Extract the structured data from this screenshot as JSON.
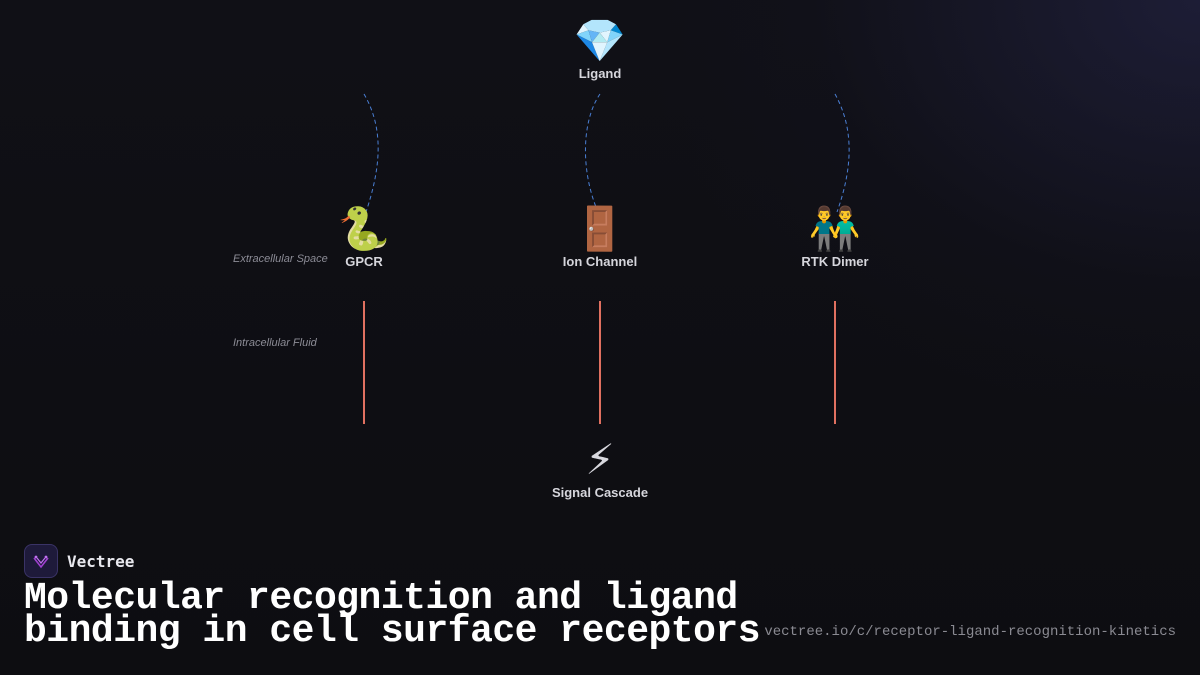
{
  "diagram": {
    "nodes": {
      "ligand": {
        "emoji": "💎",
        "label": "Ligand"
      },
      "gpcr": {
        "emoji": "🐍",
        "label": "GPCR"
      },
      "ion_channel": {
        "emoji": "🚪",
        "label": "Ion Channel"
      },
      "rtk_dimer": {
        "emoji": "👬",
        "label": "RTK Dimer"
      },
      "signal_cascade": {
        "emoji": "⚡",
        "label": "Signal Cascade"
      }
    },
    "zones": {
      "extracellular": "Extracellular Space",
      "intracellular": "Intracellular Fluid"
    },
    "edges": [
      {
        "from": "ligand",
        "to": "gpcr",
        "style": "dashed",
        "color": "#4a7fd4"
      },
      {
        "from": "ligand",
        "to": "ion_channel",
        "style": "dashed",
        "color": "#4a7fd4"
      },
      {
        "from": "ligand",
        "to": "rtk_dimer",
        "style": "dashed",
        "color": "#4a7fd4"
      },
      {
        "from": "gpcr",
        "to": "signal_cascade",
        "style": "solid",
        "color": "#e07060"
      },
      {
        "from": "ion_channel",
        "to": "signal_cascade",
        "style": "solid",
        "color": "#e07060"
      },
      {
        "from": "rtk_dimer",
        "to": "signal_cascade",
        "style": "solid",
        "color": "#e07060"
      }
    ]
  },
  "footer": {
    "brand": "Vectree",
    "headline": "Molecular recognition and ligand binding in cell surface receptors",
    "url": "vectree.io/c/receptor-ligand-recognition-kinetics"
  },
  "colors": {
    "background": "#0e0e12",
    "binding_edge": "#4a7fd4",
    "signal_edge": "#e07060",
    "brand_accent": "#a040d0"
  }
}
